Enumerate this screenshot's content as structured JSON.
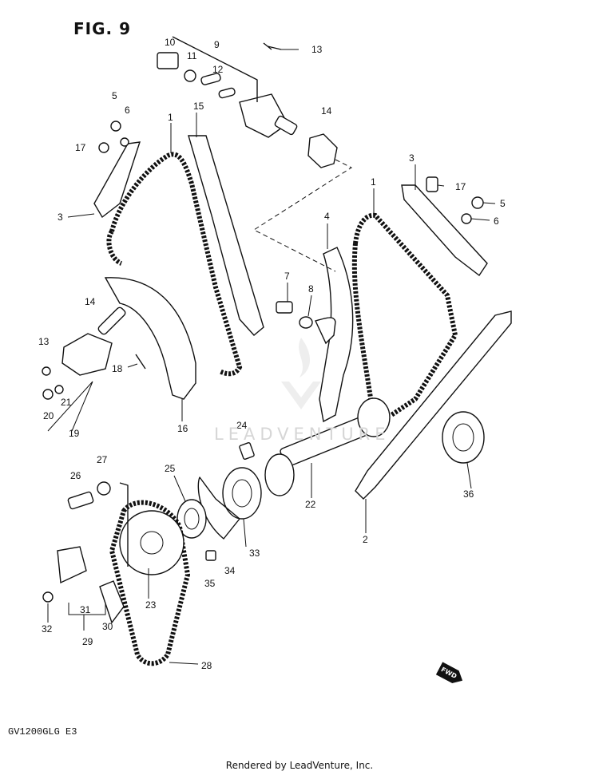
{
  "figure": {
    "title": "FIG. 9",
    "model_code": "GV1200GLG  E3",
    "fwd_label": "FWD",
    "watermark": "LEADVENTURE",
    "footer": "Rendered by LeadVenture, Inc."
  },
  "callouts": [
    {
      "id": "1a",
      "text": "1"
    },
    {
      "id": "1b",
      "text": "1"
    },
    {
      "id": "2",
      "text": "2"
    },
    {
      "id": "3a",
      "text": "3"
    },
    {
      "id": "3b",
      "text": "3"
    },
    {
      "id": "4",
      "text": "4"
    },
    {
      "id": "5a",
      "text": "5"
    },
    {
      "id": "5b",
      "text": "5"
    },
    {
      "id": "6a",
      "text": "6"
    },
    {
      "id": "6b",
      "text": "6"
    },
    {
      "id": "7",
      "text": "7"
    },
    {
      "id": "8",
      "text": "8"
    },
    {
      "id": "9",
      "text": "9"
    },
    {
      "id": "10",
      "text": "10"
    },
    {
      "id": "11",
      "text": "11"
    },
    {
      "id": "12",
      "text": "12"
    },
    {
      "id": "13a",
      "text": "13"
    },
    {
      "id": "13b",
      "text": "13"
    },
    {
      "id": "14a",
      "text": "14"
    },
    {
      "id": "14b",
      "text": "14"
    },
    {
      "id": "15",
      "text": "15"
    },
    {
      "id": "16",
      "text": "16"
    },
    {
      "id": "17a",
      "text": "17"
    },
    {
      "id": "17b",
      "text": "17"
    },
    {
      "id": "18",
      "text": "18"
    },
    {
      "id": "19",
      "text": "19"
    },
    {
      "id": "20",
      "text": "20"
    },
    {
      "id": "21",
      "text": "21"
    },
    {
      "id": "22",
      "text": "22"
    },
    {
      "id": "23",
      "text": "23"
    },
    {
      "id": "24",
      "text": "24"
    },
    {
      "id": "25",
      "text": "25"
    },
    {
      "id": "26",
      "text": "26"
    },
    {
      "id": "27",
      "text": "27"
    },
    {
      "id": "28",
      "text": "28"
    },
    {
      "id": "29",
      "text": "29"
    },
    {
      "id": "30",
      "text": "30"
    },
    {
      "id": "31",
      "text": "31"
    },
    {
      "id": "32",
      "text": "32"
    },
    {
      "id": "33",
      "text": "33"
    },
    {
      "id": "34",
      "text": "34"
    },
    {
      "id": "35",
      "text": "35"
    },
    {
      "id": "36",
      "text": "36"
    }
  ]
}
